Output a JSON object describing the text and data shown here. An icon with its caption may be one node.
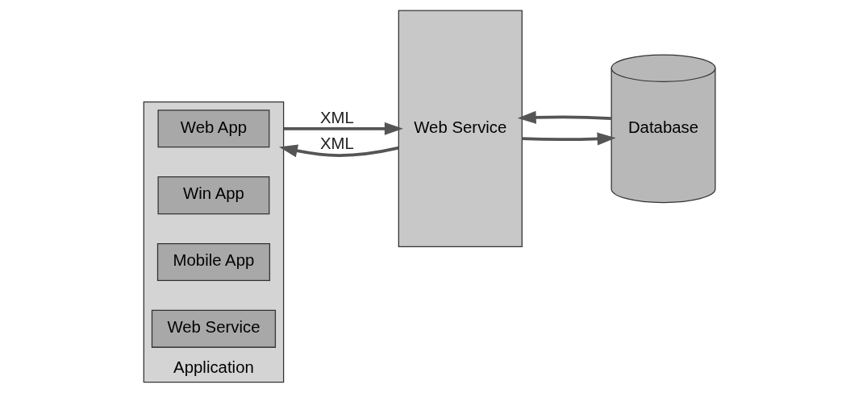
{
  "diagram": {
    "nodes": [
      {
        "text": [
          "Application"
        ]
      },
      {
        "text": [
          "Web App"
        ],
        "in": 0
      },
      {
        "text": [
          "Win App"
        ],
        "in": 0
      },
      {
        "text": [
          "Mobile App"
        ],
        "in": 0
      },
      {
        "text": [
          "Web Service"
        ],
        "in": 0
      },
      {
        "text": [
          "Web Service"
        ]
      },
      {
        "text": [
          "Database"
        ]
      }
    ],
    "edges": [
      {
        "from": 0,
        "to": 5,
        "arrow": "to",
        "label": "XML"
      },
      {
        "from": 5,
        "to": 0,
        "arrow": "to",
        "label": "XML"
      },
      {
        "from": 5,
        "to": 6,
        "arrow": "to"
      },
      {
        "from": 6,
        "to": 5,
        "arrow": "to"
      }
    ]
  }
}
